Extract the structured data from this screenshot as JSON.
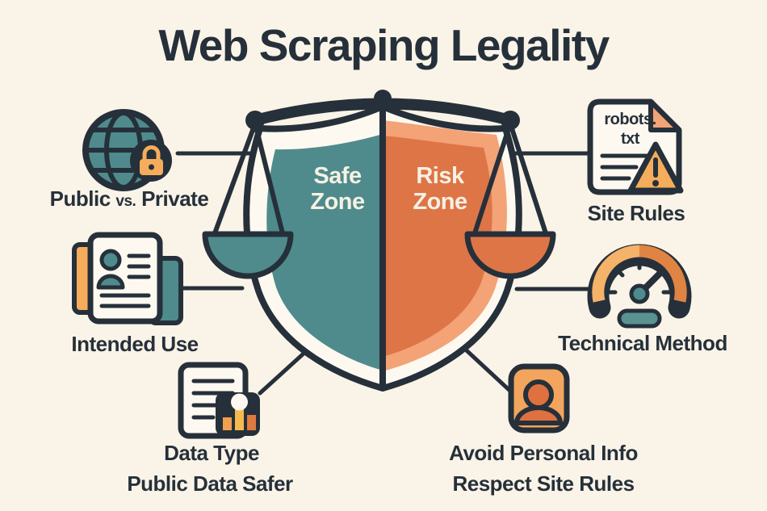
{
  "title": "Web Scraping Legality",
  "shield": {
    "safe_zone": "Safe Zone",
    "risk_zone": "Risk Zone"
  },
  "nodes": {
    "public_private": {
      "part1": "Public",
      "vs": "vs.",
      "part2": "Private",
      "icon": "globe-lock-icon"
    },
    "intended_use": {
      "label": "Intended Use",
      "icon": "profile-document-icon"
    },
    "data_type": {
      "label": "Data Type",
      "sublabel": "Public Data Safer",
      "icon": "document-chart-icon"
    },
    "site_rules": {
      "label": "Site Rules",
      "file_line1": "robots.",
      "file_line2": "txt",
      "icon": "robots-txt-warning-icon"
    },
    "technical_method": {
      "label": "Technical Method",
      "icon": "speedometer-icon"
    },
    "avoid_personal": {
      "label": "Avoid Personal Info",
      "sublabel": "Respect Site Rules",
      "icon": "person-badge-icon"
    }
  },
  "center_icon": "shield-balance-scale-icon",
  "colors": {
    "background": "#faf4e8",
    "ink": "#26303a",
    "teal": "#4f8b8c",
    "orange": "#de7547",
    "orange_light": "#f3a376",
    "accent_yellow": "#f5ad5c",
    "paper": "#fdf9f0",
    "zone_text": "#f6f1e3"
  }
}
